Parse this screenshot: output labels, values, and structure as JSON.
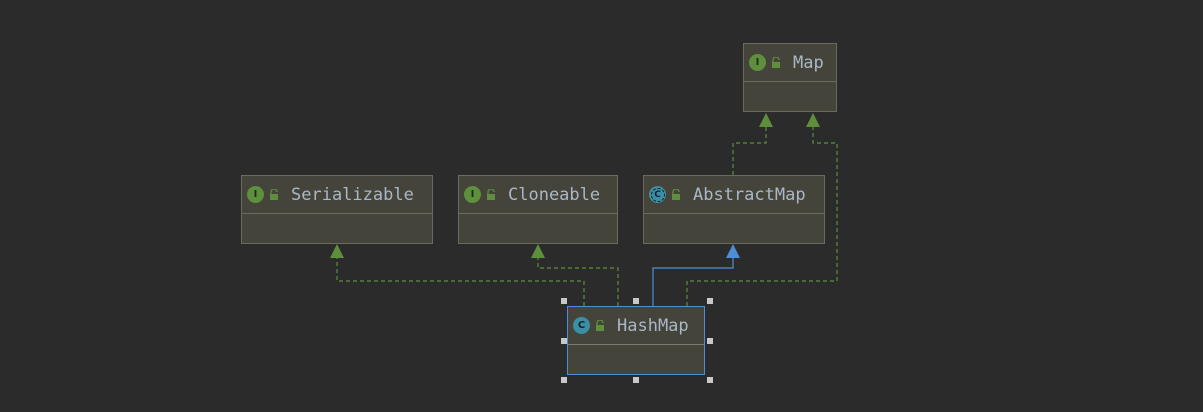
{
  "diagram": {
    "nodes": [
      {
        "id": "map",
        "name": "Map",
        "kind": "interface",
        "badge": "I"
      },
      {
        "id": "serializable",
        "name": "Serializable",
        "kind": "interface",
        "badge": "I"
      },
      {
        "id": "cloneable",
        "name": "Cloneable",
        "kind": "interface",
        "badge": "I"
      },
      {
        "id": "abstractmap",
        "name": "AbstractMap",
        "kind": "abstract-class",
        "badge": "C"
      },
      {
        "id": "hashmap",
        "name": "HashMap",
        "kind": "class",
        "badge": "C",
        "selected": true
      }
    ],
    "edges": [
      {
        "from": "abstractmap",
        "to": "map",
        "type": "implements"
      },
      {
        "from": "hashmap",
        "to": "map",
        "type": "implements"
      },
      {
        "from": "hashmap",
        "to": "serializable",
        "type": "implements"
      },
      {
        "from": "hashmap",
        "to": "cloneable",
        "type": "implements"
      },
      {
        "from": "hashmap",
        "to": "abstractmap",
        "type": "extends"
      }
    ],
    "colors": {
      "background": "#2b2b2b",
      "node_fill": "#45443a",
      "implements_edge": "#5d8f3c",
      "extends_edge": "#4d8fd6",
      "selection": "#4d8fd6",
      "text": "#a9b7c6"
    }
  }
}
